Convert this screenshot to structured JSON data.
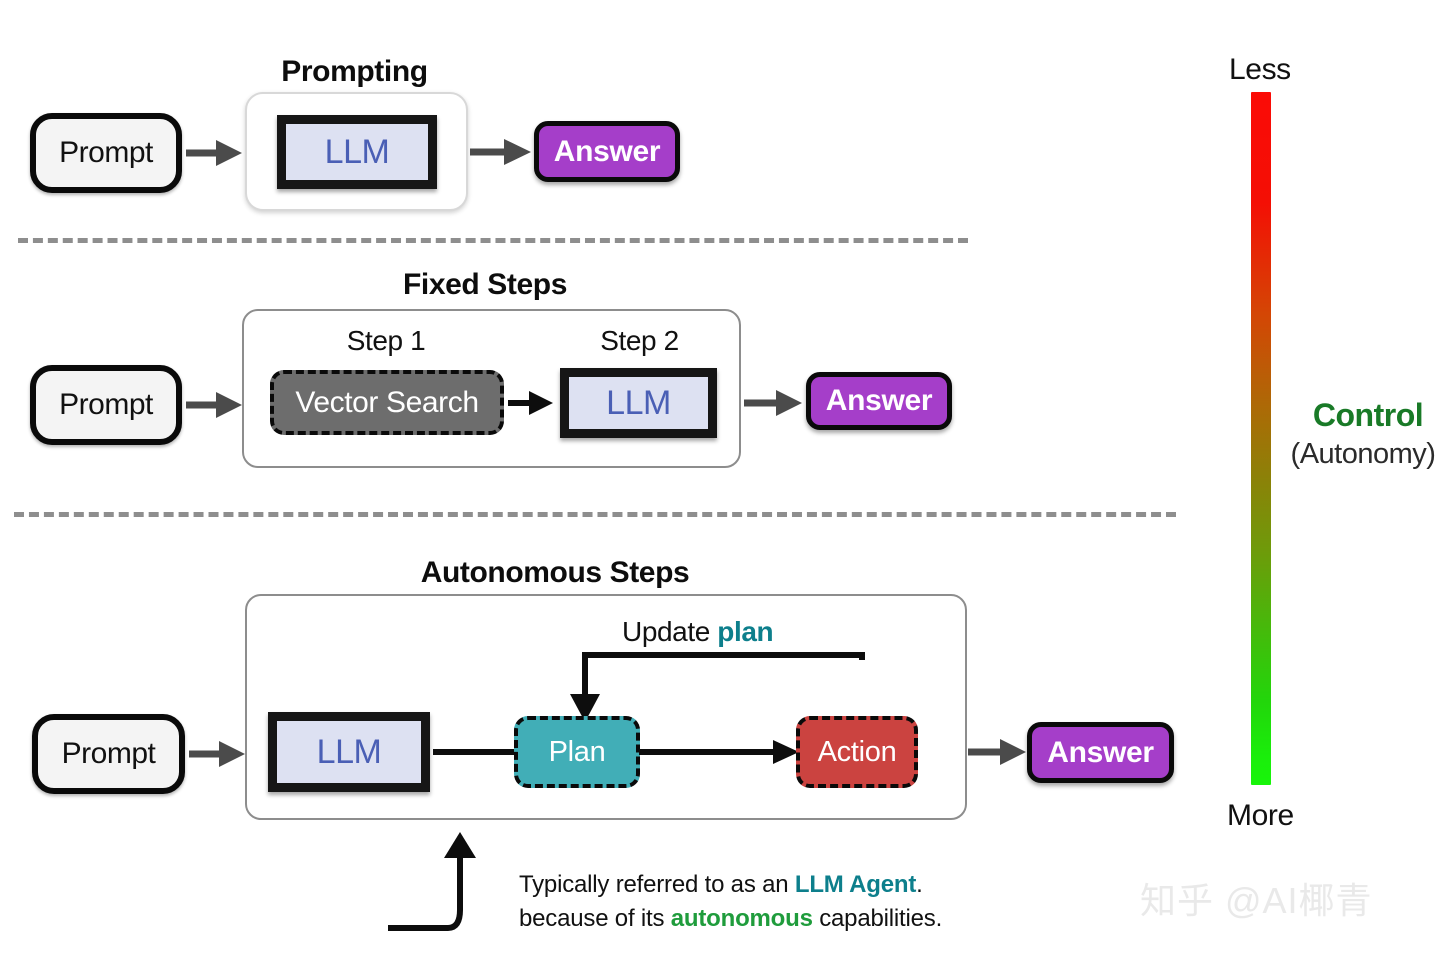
{
  "sections": [
    {
      "id": "prompting",
      "title": "Prompting",
      "nodes": {
        "prompt": "Prompt",
        "llm": "LLM",
        "answer": "Answer"
      }
    },
    {
      "id": "fixed-steps",
      "title": "Fixed Steps",
      "nodes": {
        "prompt": "Prompt",
        "step1_label": "Step 1",
        "step2_label": "Step 2",
        "vector_search": "Vector Search",
        "llm": "LLM",
        "answer": "Answer"
      }
    },
    {
      "id": "autonomous-steps",
      "title": "Autonomous Steps",
      "nodes": {
        "prompt": "Prompt",
        "llm": "LLM",
        "plan": "Plan",
        "action": "Action",
        "answer": "Answer",
        "loop_label_prefix": "Update ",
        "loop_label_emphasis": "plan"
      }
    }
  ],
  "caption": {
    "line1_pre": "Typically referred to as an ",
    "line1_em": "LLM Agent",
    "line1_post": ".",
    "line2_pre": "because of its ",
    "line2_em": "autonomous",
    "line2_post": " capabilities."
  },
  "scale": {
    "top_label": "Less",
    "bottom_label": "More",
    "title": "Control",
    "subtitle": "(Autonomy)",
    "gradient_top_color": "#fb0b06",
    "gradient_bottom_color": "#18f50a",
    "title_color": "#197a27"
  },
  "watermark": {
    "text": "知乎 @AI椰青"
  },
  "colors": {
    "answer_purple": "#a53ec9",
    "llm_fill": "#dde1f2",
    "llm_text": "#4a5fb5",
    "vector_gray": "#6d6d6d",
    "plan_teal": "#41aeb7",
    "action_red": "#cb4340",
    "accent_teal": "#0d7f8c",
    "accent_green": "#1f9c3c"
  }
}
